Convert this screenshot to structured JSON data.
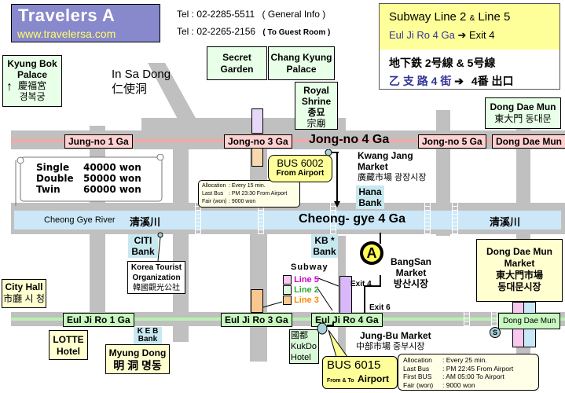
{
  "header": {
    "brand": "Travelers A",
    "url": "www.travelersa.com",
    "tel1_label": "Tel : 02-2285-5511",
    "tel1_note": "( General Info )",
    "tel2_label": "Tel : 02-2265-2156",
    "tel2_note": "( To Guest Room )"
  },
  "subway_info": {
    "line1_a": "Subway Line 2",
    "line1_amp": "&",
    "line1_b": "Line 5",
    "line2_station": "Eul Ji Ro  4 Ga",
    "line2_arrow": "➔",
    "line2_exit": "Exit 4",
    "line3": "地下鉄  2号線  &  5号線",
    "line4_station": "乙 支 路 4 街",
    "line4_arrow": "➔",
    "line4_exit": "4番 出口"
  },
  "landmarks": {
    "kyungbok": {
      "name1": "Kyung Bok",
      "name2": "Palace",
      "hanja": "慶福宮",
      "hangul": "경복궁",
      "arrow": "↑"
    },
    "insadong": {
      "name": "In Sa Dong",
      "hanja": "仁使洞"
    },
    "secret_garden": {
      "name1": "Secret",
      "name2": "Garden"
    },
    "chang_kyung": {
      "name1": "Chang Kyung",
      "name2": "Palace"
    },
    "royal_shrine": {
      "name1": "Royal",
      "name2": "Shrine",
      "hangul": "종묘",
      "hanja": "宗廟"
    },
    "dongdaemun_gate": {
      "name": "Dong Dae Mun",
      "local": "東大門 동대문"
    },
    "kwangjang": {
      "name1": "Kwang Jang",
      "name2": "Market",
      "local": "廣藏市場 광장시장"
    },
    "bangsan": {
      "name1": "BangSan",
      "name2": "Market",
      "hangul": "방산시장"
    },
    "ddm_market": {
      "name1": "Dong Dae Mun",
      "name2": "Market",
      "hanja": "東大門市場",
      "hangul": "동대문시장"
    },
    "city_hall": {
      "name": "City Hall",
      "local": "市廳 시 청"
    },
    "lotte": {
      "name1": "LOTTE",
      "name2": "Hotel"
    },
    "myungdong": {
      "name": "Myung Dong",
      "local": "明 洞 명동"
    },
    "kto": {
      "name1": "Korea Tourist",
      "name2": "Organization",
      "hanja": "韓國觀光公社"
    },
    "kukdo": {
      "hanja": "國都",
      "name1": "KukDo",
      "name2": "Hotel"
    },
    "jungbu": {
      "name": "Jung-Bu Market",
      "local": "中部市場 중부시장"
    }
  },
  "banks": {
    "hana": {
      "l1": "Hana",
      "l2": "Bank"
    },
    "citi": {
      "l1": "CITI",
      "l2": "Bank"
    },
    "kb": {
      "l1": "KB *",
      "l2": "Bank"
    },
    "keb": {
      "l1": "K E B",
      "l2": "Bank"
    }
  },
  "prices": [
    {
      "room": "Single",
      "price": "40000 won"
    },
    {
      "room": "Double",
      "price": "50000 won"
    },
    {
      "room": "Twin",
      "price": "60000 won"
    }
  ],
  "jongno_stations": [
    "Jung-no 1 Ga",
    "Jong-no 3 Ga",
    "Jong-no 4 Ga",
    "Jong-no 5 Ga",
    "Dong Dae Mun"
  ],
  "euljiro_stations": [
    "Eul Ji Ro 1 Ga",
    "Eul Ji Ro 3 Ga",
    "Eul Ji Ro 4 Ga",
    "Dong Dae Mun"
  ],
  "river": {
    "name": "Cheong Gye River",
    "hanja": "清溪川",
    "center": "Cheong- gye 4 Ga",
    "hanja_right": "清溪川"
  },
  "bus6002": {
    "title": "BUS 6002",
    "sub": "From Airport",
    "rows": [
      {
        "k": "Allocation",
        "v": ": Every 15 min."
      },
      {
        "k": "Last Bus",
        "v": ": PM 23:30  From  Airport"
      },
      {
        "k": "Fair (won)",
        "v": ": 9000 won"
      }
    ]
  },
  "bus6015": {
    "title": "BUS 6015",
    "sub_small": "From & To",
    "sub_big": "Airport",
    "rows": [
      {
        "k": "Allocation",
        "v": ": Every 25 min."
      },
      {
        "k": "Last Bus",
        "v": ": PM 22:45   From Airport"
      },
      {
        "k": "First BUS",
        "v": ": AM 05:00    To    Airport"
      },
      {
        "k": "Fair (won)",
        "v": ": 9000 won"
      }
    ]
  },
  "subway_legend": {
    "title": "Subway",
    "items": [
      {
        "label": "Line 5",
        "color": "#cc00cc",
        "swatch": "#f8c8f0"
      },
      {
        "label": "Line 2",
        "color": "#33aa33",
        "swatch": "#e0f8e0"
      },
      {
        "label": "Line 3",
        "color": "#ff8800",
        "swatch": "#f8c890"
      }
    ]
  },
  "exits": {
    "exit4": "Exit 4",
    "exit6": "Exit 6"
  },
  "hotel_marker": "A",
  "symbols": {
    "subway_marker": "S"
  },
  "colors": {
    "brand_bg": "#8888cc",
    "brand_text": "#ffffff",
    "brand_url": "#ffff66",
    "jongno_line": "#f4a8a8",
    "euljiro_line": "#b8f0b0",
    "river": "#cce8f8",
    "road": "#c0c0c0"
  }
}
